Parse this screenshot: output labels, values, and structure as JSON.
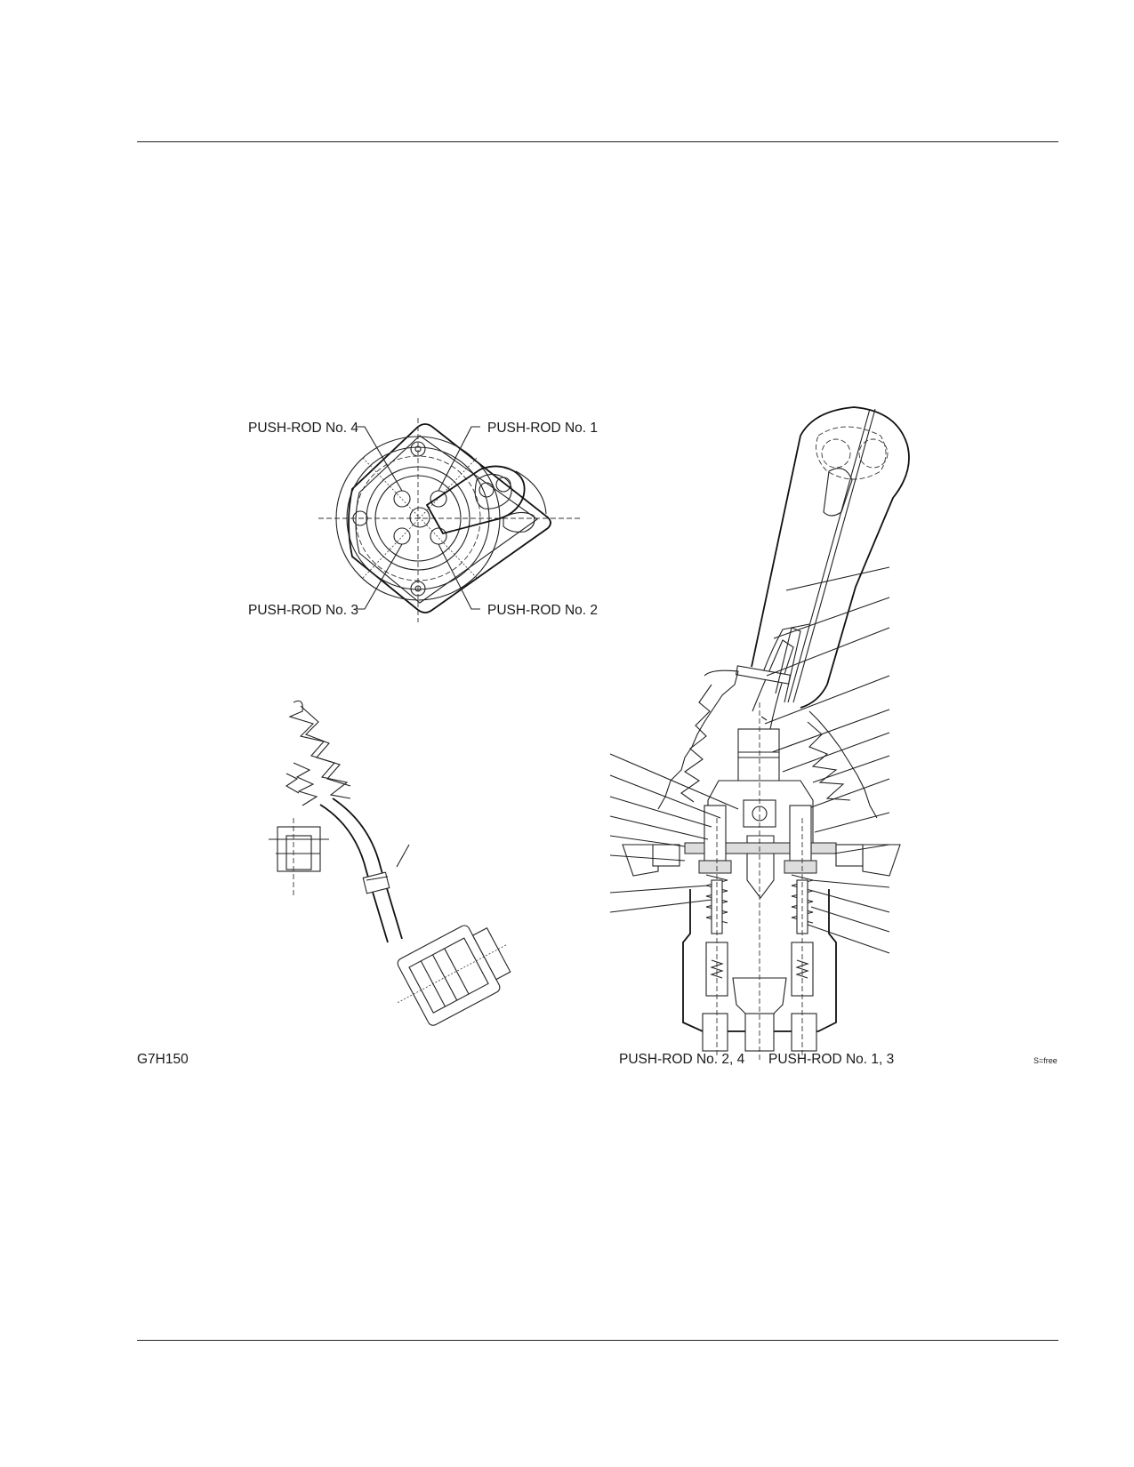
{
  "figure": {
    "labels": {
      "pushrod_4": "PUSH-ROD No. 4",
      "pushrod_1": "PUSH-ROD No. 1",
      "pushrod_3": "PUSH-ROD No. 3",
      "pushrod_2": "PUSH-ROD No. 2",
      "pushrod_24": "PUSH-ROD No. 2, 4",
      "pushrod_13": "PUSH-ROD No. 1, 3"
    },
    "code": "G7H150",
    "scale": "S=free"
  }
}
